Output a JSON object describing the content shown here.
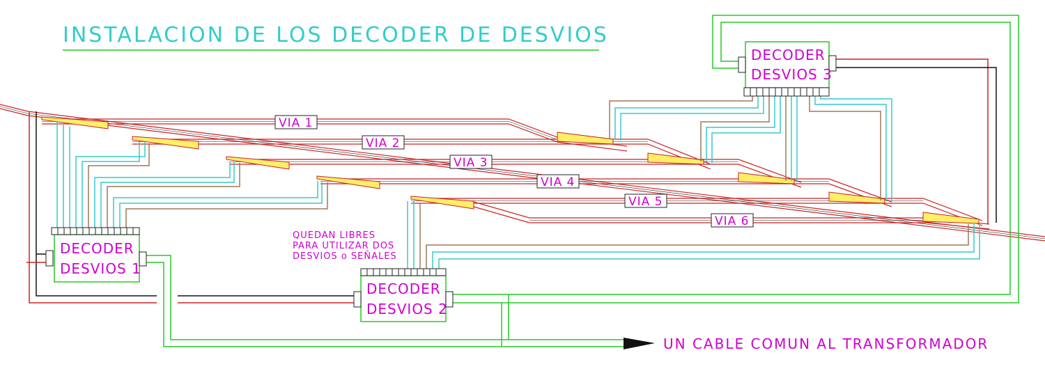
{
  "title": "INSTALACION DE LOS DECODER DE DESVIOS",
  "vias": [
    {
      "label": "VIA 1"
    },
    {
      "label": "VIA 2"
    },
    {
      "label": "VIA 3"
    },
    {
      "label": "VIA 4"
    },
    {
      "label": "VIA 5"
    },
    {
      "label": "VIA 6"
    }
  ],
  "decoders": [
    {
      "line1": "DECODER",
      "line2": "DESVIOS 1"
    },
    {
      "line1": "DECODER",
      "line2": "DESVIOS 2"
    },
    {
      "line1": "DECODER",
      "line2": "DESVIOS 3"
    }
  ],
  "free_note": {
    "line1": "QUEDAN LIBRES",
    "line2": "PARA UTILIZAR DOS",
    "line3": "DESVIOS o SEÑALES"
  },
  "common_cable": "UN CABLE COMUN AL TRANSFORMADOR",
  "colors": {
    "background": "#ffffff",
    "title": "#33cccc",
    "text": "#d000d0",
    "wire_cyan": "#33cccc",
    "wire_brown": "#9a7a5a",
    "wire_green": "#22cc22",
    "wire_red": "#cc2222",
    "wire_black": "#111111",
    "turnout_fill": "#ffee66"
  }
}
